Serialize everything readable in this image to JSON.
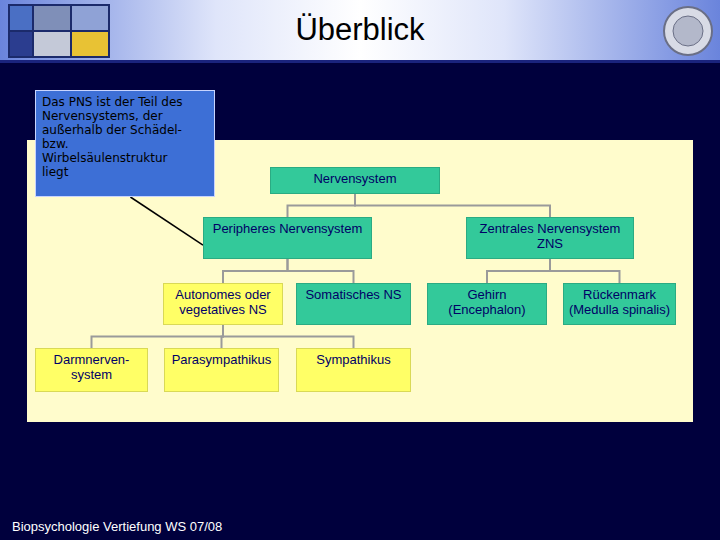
{
  "diagram": {
    "title": "Überblick",
    "nodes": [
      {
        "text": [
          "Das PNS ist der Teil des Nervensystems, der außerhalb der Schädel- bzw. Wirbelsäulenstruktur liegt"
        ]
      },
      {
        "text": [
          "Nervensystem"
        ]
      },
      {
        "text": [
          "Peripheres Nervensystem"
        ]
      },
      {
        "text": [
          "Zentrales Nervensystem ZNS"
        ]
      },
      {
        "text": [
          "Autonomes oder vegetatives NS"
        ]
      },
      {
        "text": [
          "Somatisches NS"
        ]
      },
      {
        "text": [
          "Gehirn (Encephalon)"
        ]
      },
      {
        "text": [
          "Rückenmark (Medulla spinalis)"
        ]
      },
      {
        "text": [
          "Darmnerven- system"
        ]
      },
      {
        "text": [
          "Parasympathikus"
        ]
      },
      {
        "text": [
          "Sympathikus"
        ]
      }
    ],
    "edges": [
      {
        "from": 0,
        "to": 2,
        "arrow": "none"
      },
      {
        "from": 1,
        "to": 2,
        "arrow": "none"
      },
      {
        "from": 1,
        "to": 3,
        "arrow": "none"
      },
      {
        "from": 2,
        "to": 4,
        "arrow": "none"
      },
      {
        "from": 2,
        "to": 5,
        "arrow": "none"
      },
      {
        "from": 3,
        "to": 6,
        "arrow": "none"
      },
      {
        "from": 3,
        "to": 7,
        "arrow": "none"
      },
      {
        "from": 4,
        "to": 8,
        "arrow": "none"
      },
      {
        "from": 4,
        "to": 9,
        "arrow": "none"
      },
      {
        "from": 4,
        "to": 10,
        "arrow": "none"
      }
    ],
    "labels": [
      "Biopsychologie Vertiefung WS 07/08"
    ]
  }
}
